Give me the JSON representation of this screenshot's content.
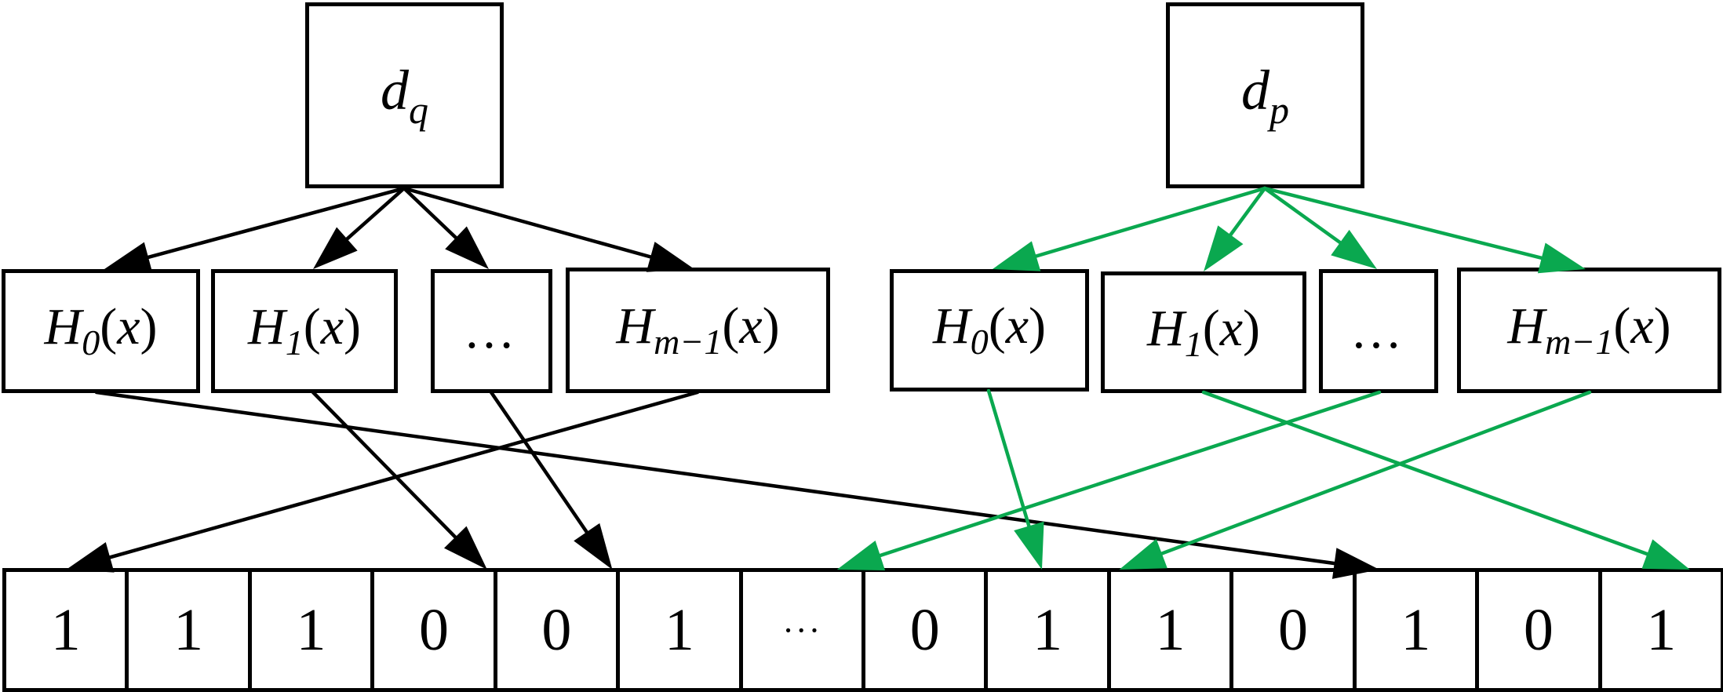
{
  "diagram": {
    "title": "Bloom filter hashing of two elements",
    "colors": {
      "left_group": "#000000",
      "right_group": "#0aa84f"
    },
    "groups": [
      {
        "id": "q",
        "source": {
          "base": "d",
          "subscript": "q"
        },
        "color_key": "left_group",
        "hash_functions": [
          {
            "base": "H",
            "subscript": "0",
            "arg": "x"
          },
          {
            "base": "H",
            "subscript": "1",
            "arg": "x"
          },
          {
            "ellipsis": "…"
          },
          {
            "base": "H",
            "subscript": "m−1",
            "arg": "x"
          }
        ],
        "targets": [
          11,
          3,
          4,
          0
        ]
      },
      {
        "id": "p",
        "source": {
          "base": "d",
          "subscript": "p"
        },
        "color_key": "right_group",
        "hash_functions": [
          {
            "base": "H",
            "subscript": "0",
            "arg": "x"
          },
          {
            "base": "H",
            "subscript": "1",
            "arg": "x"
          },
          {
            "ellipsis": "…"
          },
          {
            "base": "H",
            "subscript": "m−1",
            "arg": "x"
          }
        ],
        "targets": [
          8,
          13,
          6,
          9
        ]
      }
    ],
    "bit_array": [
      "1",
      "1",
      "1",
      "0",
      "0",
      "1",
      "···",
      "0",
      "1",
      "1",
      "0",
      "1",
      "0",
      "1"
    ]
  }
}
